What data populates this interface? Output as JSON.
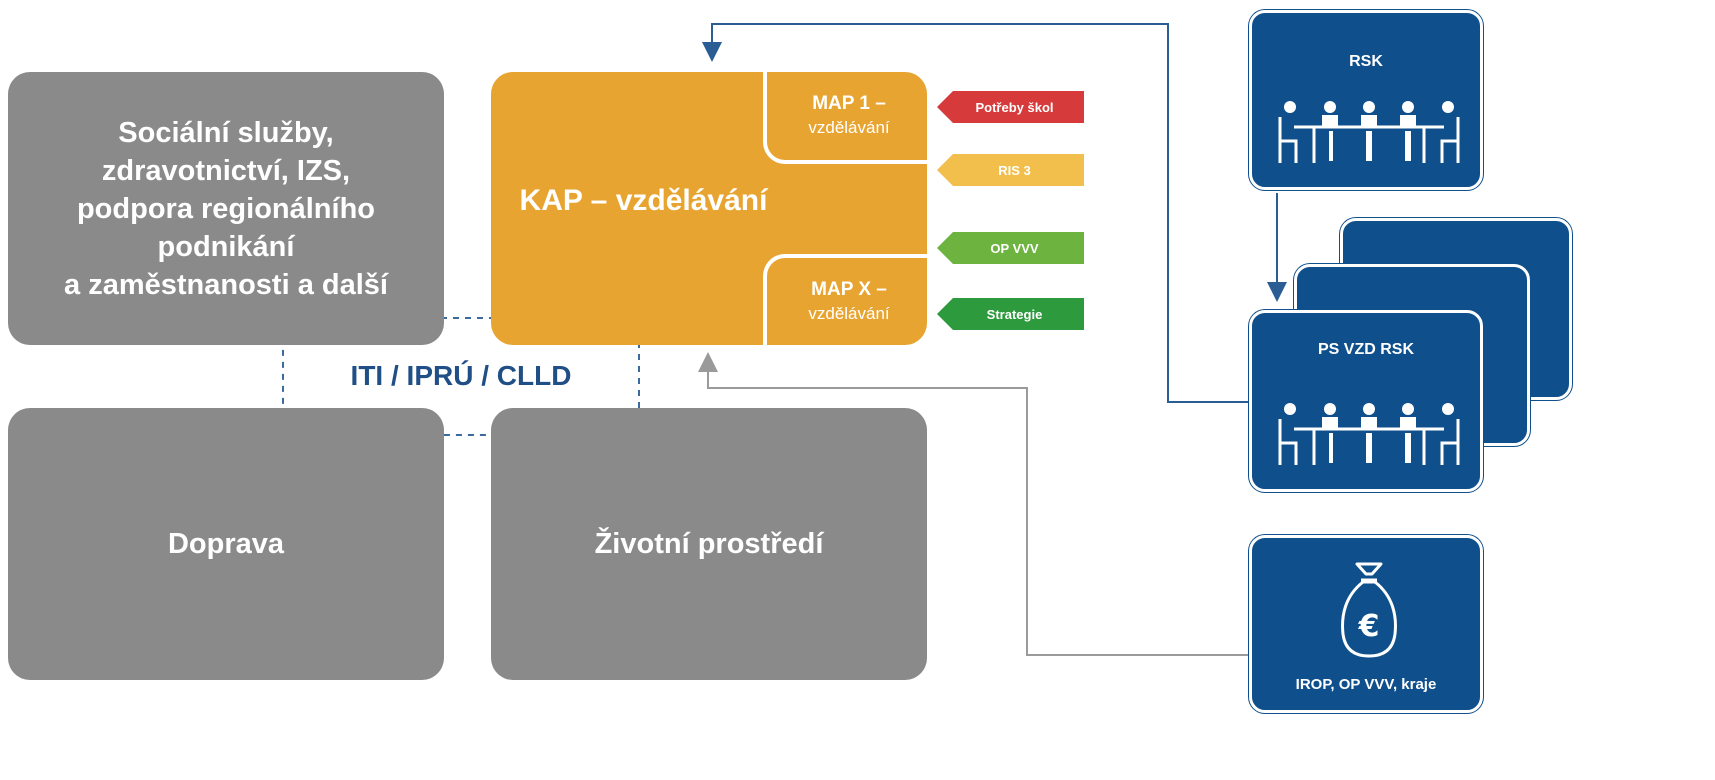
{
  "colors": {
    "gray_box": "#8a8a8a",
    "kap_orange": "#e8a430",
    "panel_blue": "#0f4f8b",
    "iti_blue": "#1f4f86"
  },
  "boxes": {
    "social": "Sociální služby,\nzdravotnictví, IZS,\npodpora regionálního\npodnikání\na zaměstnanosti a další",
    "doprava": "Doprava",
    "zivotni": "Životní prostředí",
    "kap": "KAP – vzdělávání",
    "map1": {
      "line1": "MAP 1 –",
      "line2": "vzdělávání"
    },
    "mapx": {
      "line1": "MAP X –",
      "line2": "vzdělávání"
    }
  },
  "inputs": [
    {
      "label": "Potřeby škol",
      "color": "#d63a3a"
    },
    {
      "label": "RIS 3",
      "color": "#f2bf4c"
    },
    {
      "label": "OP VVV",
      "color": "#6db33f"
    },
    {
      "label": "Strategie",
      "color": "#2e9a3e"
    }
  ],
  "iti_label": "ITI / IPRÚ / CLLD",
  "panels": {
    "rsk": "RSK",
    "ps": "PS VZD RSK",
    "irop": "IROP, OP VVV, kraje"
  },
  "icons": {
    "meeting": "meeting-table-icon",
    "money": "euro-money-bag-icon"
  }
}
